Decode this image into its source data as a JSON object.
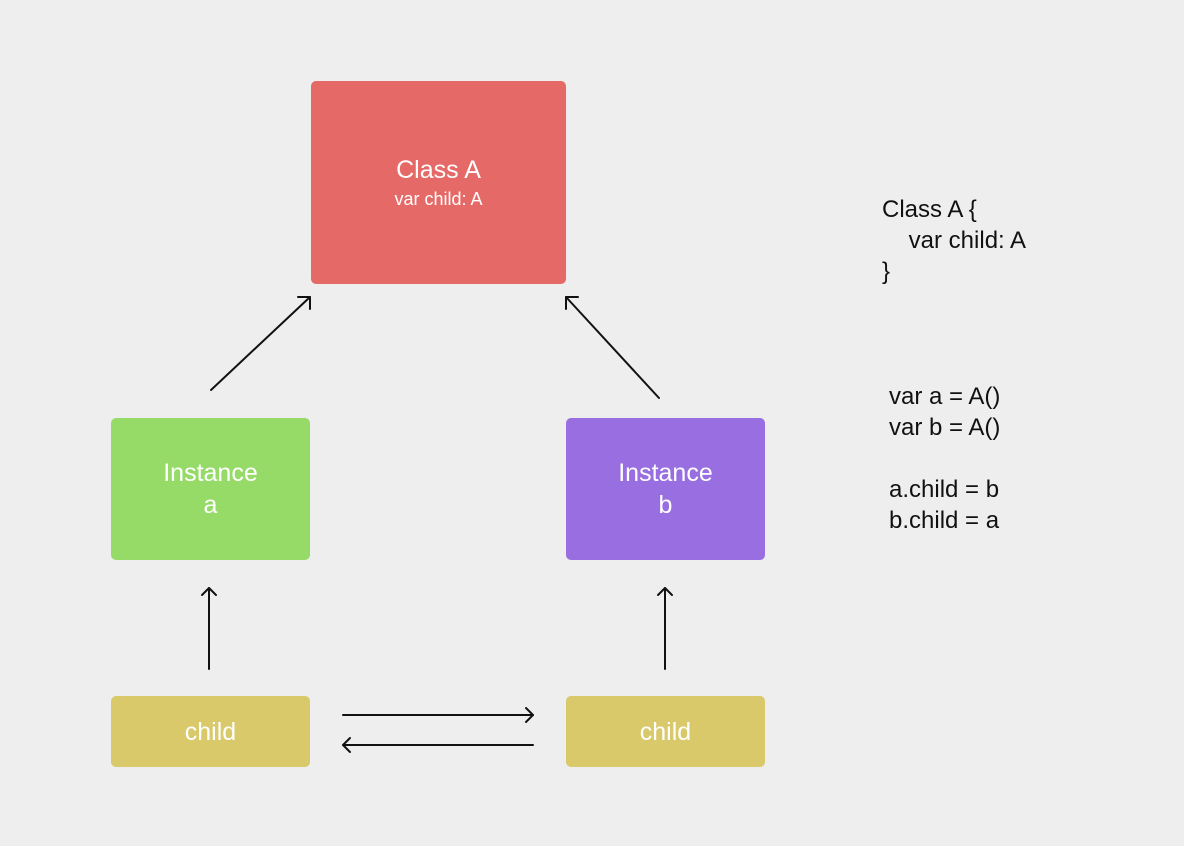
{
  "colors": {
    "background": "#eeeeee",
    "class_box": "#e56a67",
    "instance_a": "#96db68",
    "instance_b": "#986ee0",
    "child": "#d9c96a",
    "arrow": "#111111"
  },
  "class_box": {
    "title": "Class A",
    "field": "var child: A"
  },
  "instance_a": {
    "label": "Instance\na"
  },
  "instance_b": {
    "label": "Instance\nb"
  },
  "child_a": {
    "label": "child"
  },
  "child_b": {
    "label": "child"
  },
  "code": {
    "class_def": "Class A {\n    var child: A\n}",
    "statements": "var a = A()\nvar b = A()\n\na.child = b\nb.child = a"
  }
}
